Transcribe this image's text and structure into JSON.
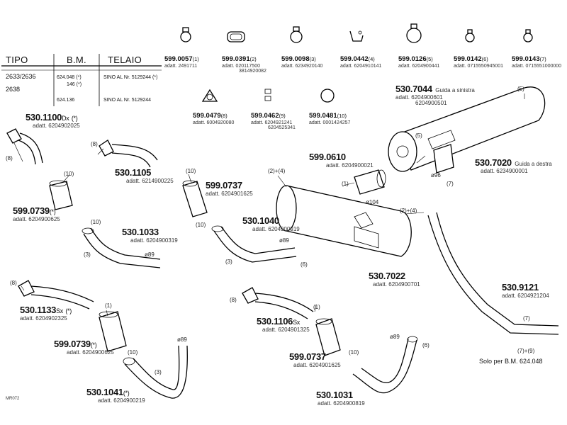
{
  "table": {
    "headers": [
      "TIPO",
      "B.M.",
      "TELAIO"
    ],
    "rows": [
      {
        "tipo": "2633/2636",
        "bm": "624.048",
        "bm_mark": "(*)",
        "telaio": "SINO AL Nr. 5129244",
        "telaio_mark": "(*)"
      },
      {
        "tipo": "2638",
        "bm": "146",
        "bm_mark": "(*)",
        "telaio": "",
        "telaio_mark": ""
      },
      {
        "tipo": "",
        "bm": "624.136",
        "bm_mark": "",
        "telaio": "SINO AL Nr. 5129244",
        "telaio_mark": ""
      }
    ]
  },
  "small_parts": [
    {
      "code": "599.0057",
      "qty": "(1)",
      "adatt": "adatt. 2491711",
      "icon": "hose-clamp-icon"
    },
    {
      "code": "599.0391",
      "qty": "(2)",
      "adatt": "adatt. 020117500",
      "adatt2": "3814920082",
      "icon": "rubber-mount-icon"
    },
    {
      "code": "599.0098",
      "qty": "(3)",
      "adatt": "adatt. 6234920140",
      "icon": "hose-clamp-icon"
    },
    {
      "code": "599.0442",
      "qty": "(4)",
      "adatt": "adatt. 6204910141",
      "icon": "bracket-icon"
    },
    {
      "code": "599.0126",
      "qty": "(5)",
      "adatt": "adatt. 6204900441",
      "icon": "hose-clamp-icon"
    },
    {
      "code": "599.0142",
      "qty": "(6)",
      "adatt": "adatt. 0715550945001",
      "icon": "hose-clamp-icon"
    },
    {
      "code": "599.0143",
      "qty": "(7)",
      "adatt": "adatt. 0715551000000",
      "icon": "hose-clamp-icon"
    },
    {
      "code": "599.0479",
      "qty": "(8)",
      "adatt": "adatt. 6004920080",
      "icon": "gasket-icon"
    },
    {
      "code": "599.0462",
      "qty": "(9)",
      "adatt": "adatt. 6204921241",
      "adatt2": "6204525341",
      "icon": "bolt-set-icon"
    },
    {
      "code": "599.0481",
      "qty": "(10)",
      "adatt": "adatt. 0001424257",
      "icon": "ring-icon"
    }
  ],
  "labels": {
    "p1100": {
      "code": "530.1100",
      "suf": "Dx",
      "mark": "(*)",
      "adatt": "adatt. 6204902025"
    },
    "p1105": {
      "code": "530.1105",
      "adatt": "adatt. 6214900225"
    },
    "p0737a": {
      "code": "599.0737",
      "adatt": "adatt. 6204901625"
    },
    "p0739a": {
      "code": "599.0739",
      "mark": "(*)",
      "adatt": "adatt. 6204900625"
    },
    "p1033": {
      "code": "530.1033",
      "adatt": "adatt. 6204900319"
    },
    "p1040": {
      "code": "530.1040",
      "adatt": "adatt. 6204900919"
    },
    "p0610": {
      "code": "599.0610",
      "adatt": "adatt. 6204900021"
    },
    "p7044": {
      "code": "530.7044",
      "suf": "Guida a sinistra",
      "adatt": "adatt. 6204900601",
      "adatt2": "6204900501"
    },
    "p7020": {
      "code": "530.7020",
      "suf": "Guida a destra",
      "adatt": "adatt. 6234900001"
    },
    "p7022": {
      "code": "530.7022",
      "adatt": "adatt. 6204900701"
    },
    "p9121": {
      "code": "530.9121",
      "adatt": "adatt. 6204921204"
    },
    "p1133": {
      "code": "530.1133",
      "suf": "Sx",
      "mark": "(*)",
      "adatt": "adatt. 6204902325"
    },
    "p0739b": {
      "code": "599.0739",
      "mark": "(*)",
      "adatt": "adatt. 6204900625"
    },
    "p1041": {
      "code": "530.1041",
      "mark": "(*)",
      "adatt": "adatt. 6204900219"
    },
    "p1106": {
      "code": "530.1106",
      "suf": "Sx",
      "adatt": "adatt. 6204901325"
    },
    "p0737b": {
      "code": "599.0737",
      "adatt": "adatt. 6204901625"
    },
    "p1031": {
      "code": "530.1031",
      "adatt": "adatt. 6204900819"
    }
  },
  "callouts": {
    "n8a": "(8)",
    "n10a": "(10)",
    "n10b": "(10)",
    "n3a": "(3)",
    "d89a": "ø89",
    "n8b": "(8)",
    "n10c": "(10)",
    "n10d": "(10)",
    "n3b": "(3)",
    "d89b": "ø89",
    "n6a": "(6)",
    "n24a": "(2)+(4)",
    "n1a": "(1)",
    "d104": "ø104",
    "n24b": "(2)+(4)",
    "n5a": "(5)",
    "n5b": "(5)",
    "d96": "ø96",
    "n7a": "(7)",
    "n7b": "(7)",
    "n79": "(7)+(9)",
    "n8c": "(8)",
    "n1b": "(1)",
    "n10e": "(10)",
    "n3c": "(3)",
    "d89c": "ø89",
    "n8d": "(8)",
    "n1c": "(1)",
    "n10f": "(10)",
    "d89d": "ø89",
    "n6b": "(6)"
  },
  "note": "Solo per B.M. 624.048",
  "ref": "MR072"
}
